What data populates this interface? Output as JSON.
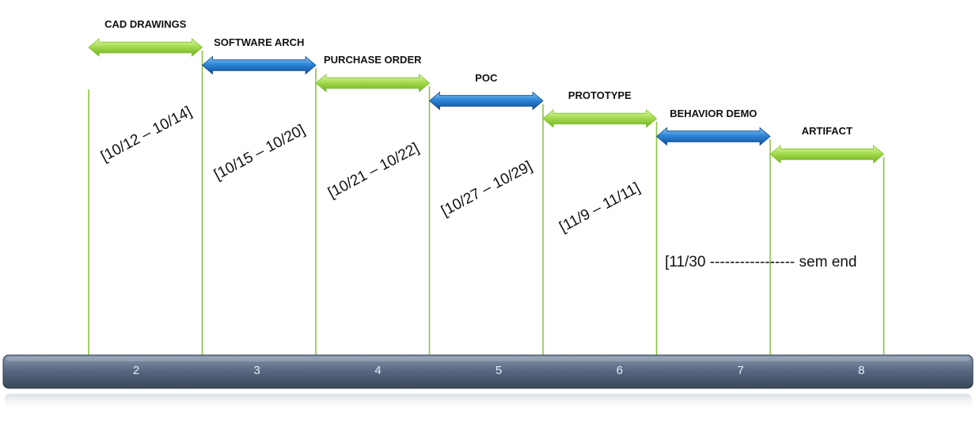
{
  "phases": [
    {
      "id": "cad",
      "label": "CAD DRAWINGS",
      "dates": "[10/12 – 10/14]",
      "color": "green"
    },
    {
      "id": "software",
      "label": "SOFTWARE ARCH",
      "dates": "[10/15 – 10/20]",
      "color": "blue"
    },
    {
      "id": "purchase",
      "label": "PURCHASE ORDER",
      "dates": "[10/21 – 10/22]",
      "color": "green"
    },
    {
      "id": "poc",
      "label": "POC",
      "dates": "[10/27 – 10/29]",
      "color": "blue"
    },
    {
      "id": "prototype",
      "label": "PROTOTYPE",
      "dates": "[11/9 – 11/11]",
      "color": "green"
    },
    {
      "id": "behavior",
      "label": "BEHAVIOR DEMO",
      "dates": "",
      "color": "blue"
    },
    {
      "id": "artifact",
      "label": "ARTIFACT",
      "dates": "",
      "color": "green"
    }
  ],
  "weeks": [
    "2",
    "3",
    "4",
    "5",
    "6",
    "7",
    "8"
  ],
  "tail_note": "[11/30 ----------------- sem end",
  "colors": {
    "green_dark": "#7cbf2a",
    "green_light": "#c9ec8c",
    "blue_dark": "#1f6fbf",
    "blue_light": "#6fb4ee",
    "bar_top": "#6e7f97",
    "bar_bottom": "#3d4a5e",
    "divider": "#8cc34a"
  }
}
